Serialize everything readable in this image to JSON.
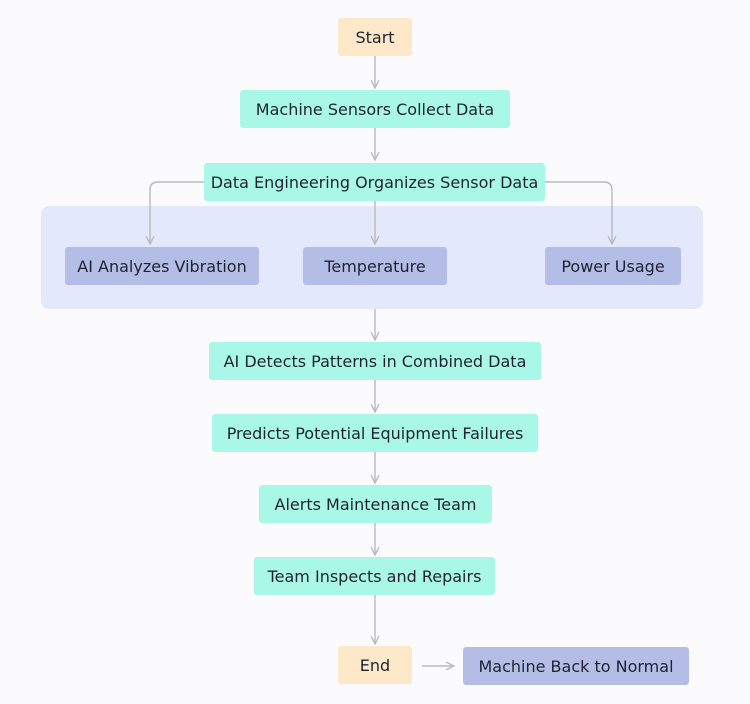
{
  "nodes": {
    "start": "Start",
    "collect": "Machine Sensors Collect Data",
    "organize": "Data Engineering Organizes Sensor Data",
    "vibration": "AI Analyzes Vibration",
    "temperature": "Temperature",
    "power": "Power Usage",
    "patterns": "AI Detects Patterns in Combined Data",
    "predict": "Predicts Potential Equipment Failures",
    "alerts": "Alerts Maintenance Team",
    "inspect": "Team Inspects and Repairs",
    "end": "End",
    "normal": "Machine Back to Normal"
  },
  "colors": {
    "terminal": "#fde9c9",
    "process": "#a9f7e7",
    "analysis": "#b4bde6",
    "group": "#e4e8fb",
    "connector": "#b9b9bf"
  }
}
